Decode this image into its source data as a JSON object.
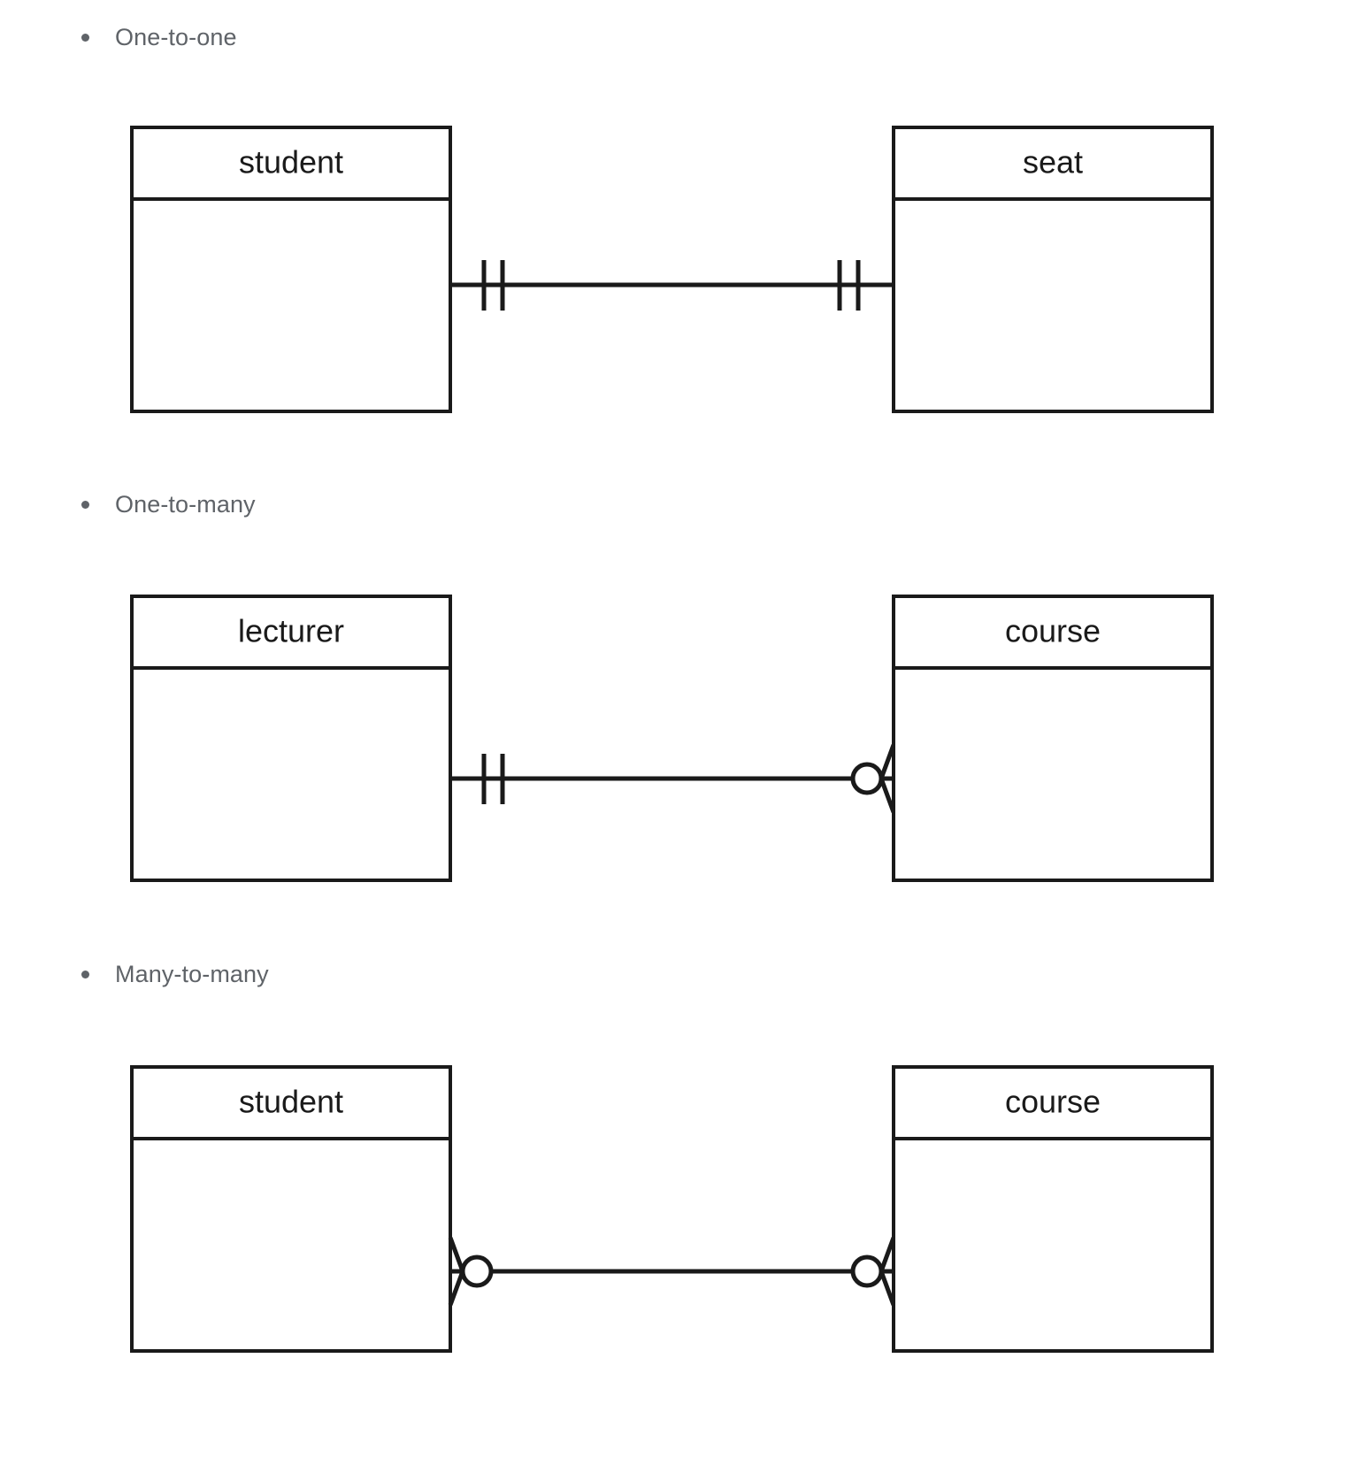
{
  "page": {
    "background": "#ffffff",
    "text_color": "#5f6368",
    "line_color": "#1a1a1a",
    "entity_title_color": "#1a1a1a"
  },
  "sections": [
    {
      "bullet_label": "One-to-one",
      "left_entity": "student",
      "right_entity": "seat",
      "left_cardinality": "one",
      "right_cardinality": "one"
    },
    {
      "bullet_label": "One-to-many",
      "left_entity": "lecturer",
      "right_entity": "course",
      "left_cardinality": "one",
      "right_cardinality": "zero-or-many"
    },
    {
      "bullet_label": "Many-to-many",
      "left_entity": "student",
      "right_entity": "course",
      "left_cardinality": "zero-or-many",
      "right_cardinality": "zero-or-many"
    }
  ],
  "diagram": {
    "type": "er-crows-foot",
    "notation_legend": {
      "one": "two vertical tick marks (exactly one)",
      "zero-or-many": "circle plus crow's foot (zero or many)"
    }
  }
}
